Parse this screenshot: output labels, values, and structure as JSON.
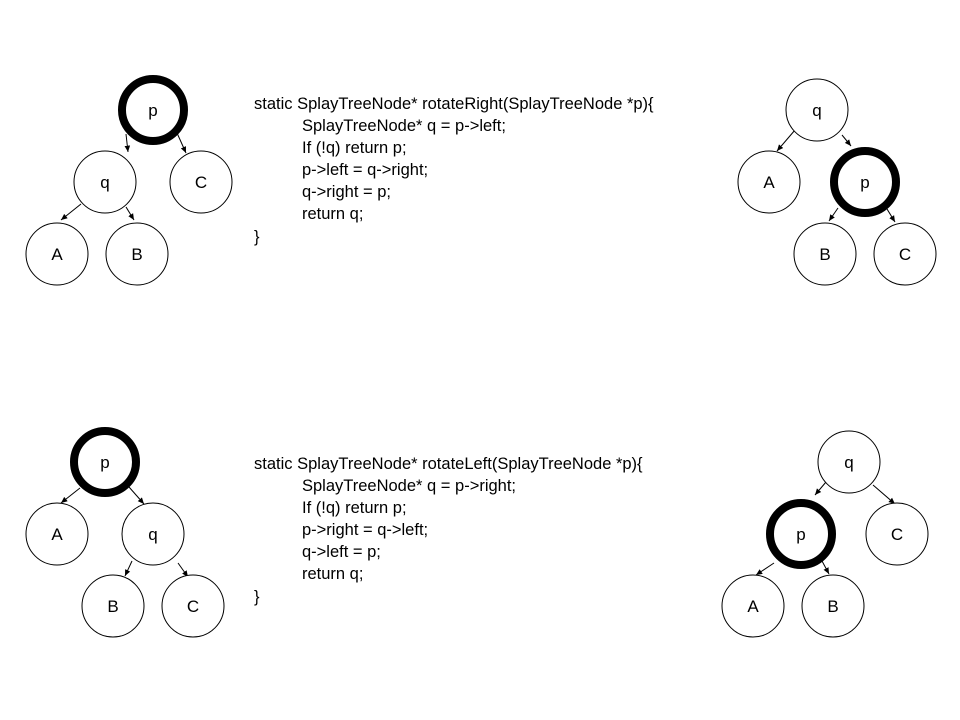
{
  "colors": {
    "background": "#ffffff",
    "stroke": "#000000",
    "text": "#000000"
  },
  "rotate_right": {
    "before": {
      "nodes": {
        "p": "p",
        "q": "q",
        "A": "A",
        "B": "B",
        "C": "C"
      },
      "highlighted": "p"
    },
    "code": [
      "static SplayTreeNode* rotateRight(SplayTreeNode *p){",
      "SplayTreeNode* q = p->left;",
      "If (!q) return p;",
      "p->left = q->right;",
      "q->right = p;",
      "return q;",
      "}"
    ],
    "after": {
      "nodes": {
        "q": "q",
        "A": "A",
        "p": "p",
        "B": "B",
        "C": "C"
      },
      "highlighted": "p"
    }
  },
  "rotate_left": {
    "before": {
      "nodes": {
        "p": "p",
        "A": "A",
        "q": "q",
        "B": "B",
        "C": "C"
      },
      "highlighted": "p"
    },
    "code": [
      "static SplayTreeNode* rotateLeft(SplayTreeNode *p){",
      "SplayTreeNode* q = p->right;",
      "If (!q) return p;",
      "p->right = q->left;",
      "q->left = p;",
      "return q;",
      "}"
    ],
    "after": {
      "nodes": {
        "q": "q",
        "p": "p",
        "C": "C",
        "A": "A",
        "B": "B"
      },
      "highlighted": "p"
    }
  }
}
